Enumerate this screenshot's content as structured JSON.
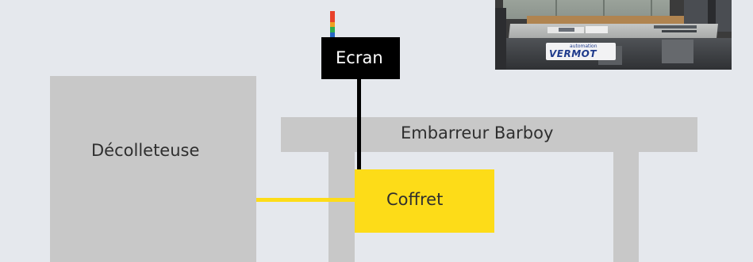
{
  "diagram": {
    "decolleteuse_label": "Décolleteuse",
    "embarreur_label": "Embarreur Barboy",
    "ecran_label": "Ecran",
    "coffret_label": "Coffret"
  },
  "photo": {
    "logo_text": "VERMOT",
    "logo_small_text": "automation"
  },
  "colors": {
    "background": "#e5e8ed",
    "machine": "#c8c8c8",
    "coffret": "#fddc18",
    "ecran": "#000000",
    "cable_yellow": "#fddc18",
    "cable_black": "#000000",
    "indicator": [
      "#e8412b",
      "#f0a020",
      "#2eae4e",
      "#2667c4"
    ]
  }
}
